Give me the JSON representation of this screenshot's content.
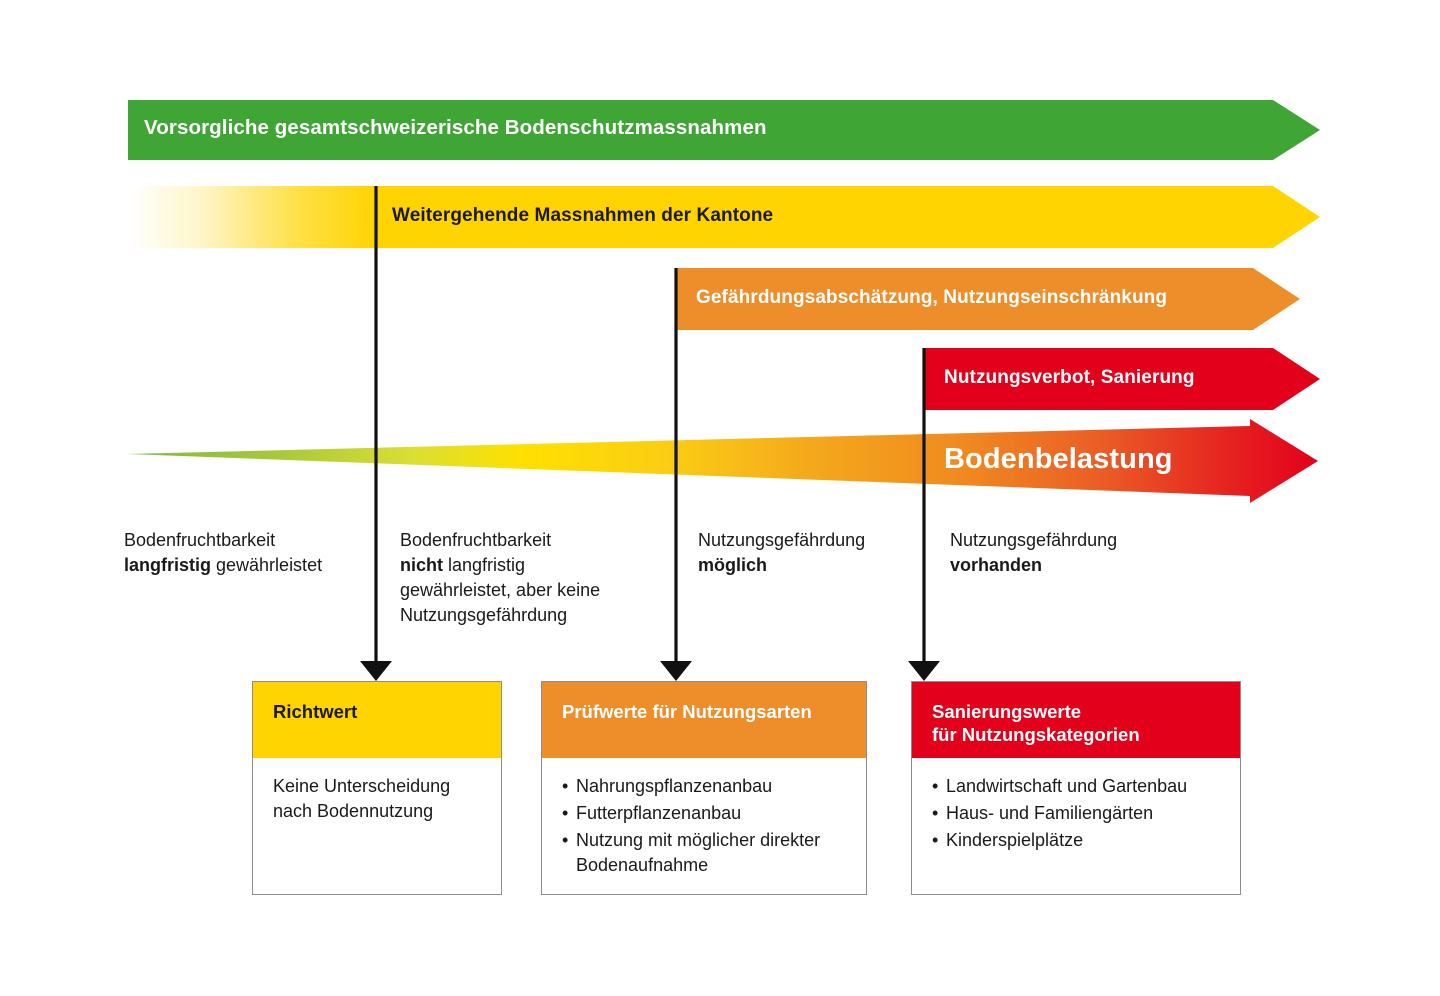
{
  "bars": [
    {
      "key": "green",
      "label": "Vorsorgliche gesamtschweizerische Bodenschutzmassnahmen",
      "color": "#3FA535"
    },
    {
      "key": "yellow",
      "label": "Weitergehende Massnahmen der Kantone",
      "color": "#FFD400"
    },
    {
      "key": "orange",
      "label": "Gefährdungsabschätzung, Nutzungseinschränkung",
      "color": "#EE8E2B"
    },
    {
      "key": "red",
      "label": "Nutzungsverbot, Sanierung",
      "color": "#E3001B"
    }
  ],
  "load_arrow": {
    "label": "Bodenbelastung",
    "gradient": [
      "#7FB843",
      "#D9DE33",
      "#FFE000",
      "#F6C21A",
      "#F08A20",
      "#E8452A",
      "#E3001B"
    ]
  },
  "captions": [
    {
      "line1": "Bodenfruchtbarkeit",
      "bold": "langfristig",
      "rest": " gewährleistet",
      "tail": ""
    },
    {
      "line1": "Bodenfruchtbarkeit",
      "bold": "nicht",
      "rest": " langfristig",
      "tail": "gewährleistet, aber keine Nutzungsgefährdung"
    },
    {
      "line1": "Nutzungsgefährdung",
      "bold": "möglich",
      "rest": "",
      "tail": ""
    },
    {
      "line1": "Nutzungsgefährdung",
      "bold": "vorhanden",
      "rest": "",
      "tail": ""
    }
  ],
  "boxes": [
    {
      "key": "richtwert",
      "title": "Richtwert",
      "title2": "",
      "header_color": "#FFD400",
      "plain": "Keine Unterscheidung nach Bodennutzung",
      "items": []
    },
    {
      "key": "pruefwerte",
      "title": "Prüfwerte für Nutzungsarten",
      "title2": "",
      "header_color": "#EE8E2B",
      "plain": "",
      "items": [
        "Nahrungspflanzenanbau",
        "Futterpflanzenanbau",
        "Nutzung mit möglicher direkter Bodenaufnahme"
      ]
    },
    {
      "key": "sanierung",
      "title": "Sanierungswerte",
      "title2": "für Nutzungskategorien",
      "header_color": "#E3001B",
      "plain": "",
      "items": [
        "Landwirtschaft und Gartenbau",
        "Haus- und Familiengärten",
        "Kinderspielplätze"
      ]
    }
  ]
}
